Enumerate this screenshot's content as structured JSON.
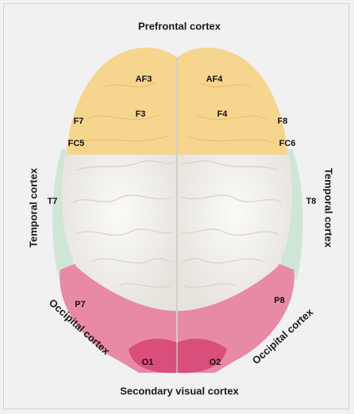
{
  "regions": {
    "prefrontal": {
      "label": "Prefrontal cortex",
      "color": "#f6d58e"
    },
    "temporal": {
      "label": "Temporal cortex",
      "color": "#cfe6d6"
    },
    "occipital": {
      "label": "Occipital cortex",
      "color": "#e88aa5"
    },
    "secondary_visual": {
      "label": "Secondary visual cortex",
      "color": "#d94e7a"
    }
  },
  "electrodes": {
    "af3": "AF3",
    "af4": "AF4",
    "f7": "F7",
    "f3": "F3",
    "f4": "F4",
    "f8": "F8",
    "fc5": "FC5",
    "fc6": "FC6",
    "t7": "T7",
    "t8": "T8",
    "p7": "P7",
    "p8": "P8",
    "o1": "O1",
    "o2": "O2"
  },
  "colors": {
    "cortex_white": "#f4f2ee",
    "background": "#f1f1f1"
  }
}
